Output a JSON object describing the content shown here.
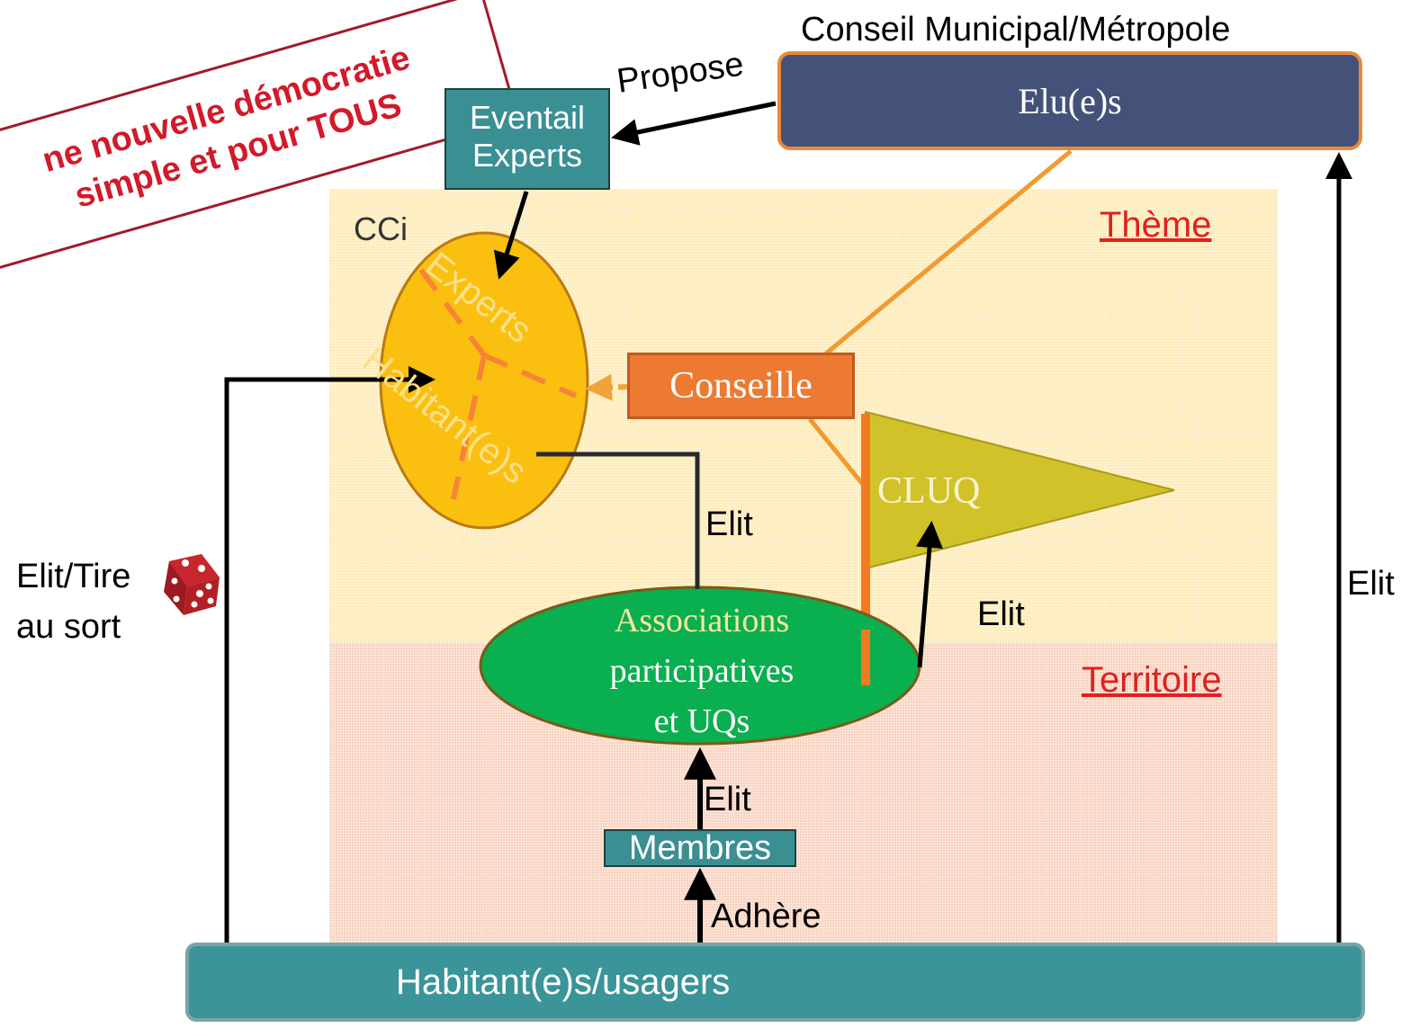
{
  "banner": {
    "line1": "ne nouvelle démocratie",
    "line2": "simple et pour TOUS"
  },
  "conseil": {
    "title": "Conseil Municipal/Métropole",
    "elus": "Elu(e)s"
  },
  "eventail": {
    "line1": "Eventail",
    "line2": "Experts"
  },
  "zones": {
    "theme": "Thème",
    "territoire": "Territoire"
  },
  "cci": {
    "label": "CCi",
    "experts": "Experts",
    "habitants": "Habitant(e)s"
  },
  "conseille": "Conseille",
  "cluq": "CLUQ",
  "associations": {
    "line1": "Associations",
    "line2": "participatives",
    "line3": "et UQs"
  },
  "membres": "Membres",
  "habitants_usagers": "Habitant(e)s/usagers",
  "edges": {
    "propose": "Propose",
    "elit_cci": "Elit",
    "elit_cluq": "Elit",
    "elit_membres": "Elit",
    "adhere": "Adhère",
    "elit_conseil": "Elit",
    "elit_tire_line1": "Elit/Tire",
    "elit_tire_line2": "au sort"
  },
  "colors": {
    "theme_zone": "#fdeab4",
    "territoire_zone": "#f9d2bf",
    "elus_fill": "#44527a",
    "teal_box": "#3a8f93",
    "cci_ellipse": "#fbbf10",
    "associations_ellipse": "#0aaf4f",
    "cluq_flag": "#d2c22a",
    "conseille_box": "#ec7a33",
    "accent_red": "#e0201f"
  },
  "icons": {
    "dice": "dice-icon"
  }
}
